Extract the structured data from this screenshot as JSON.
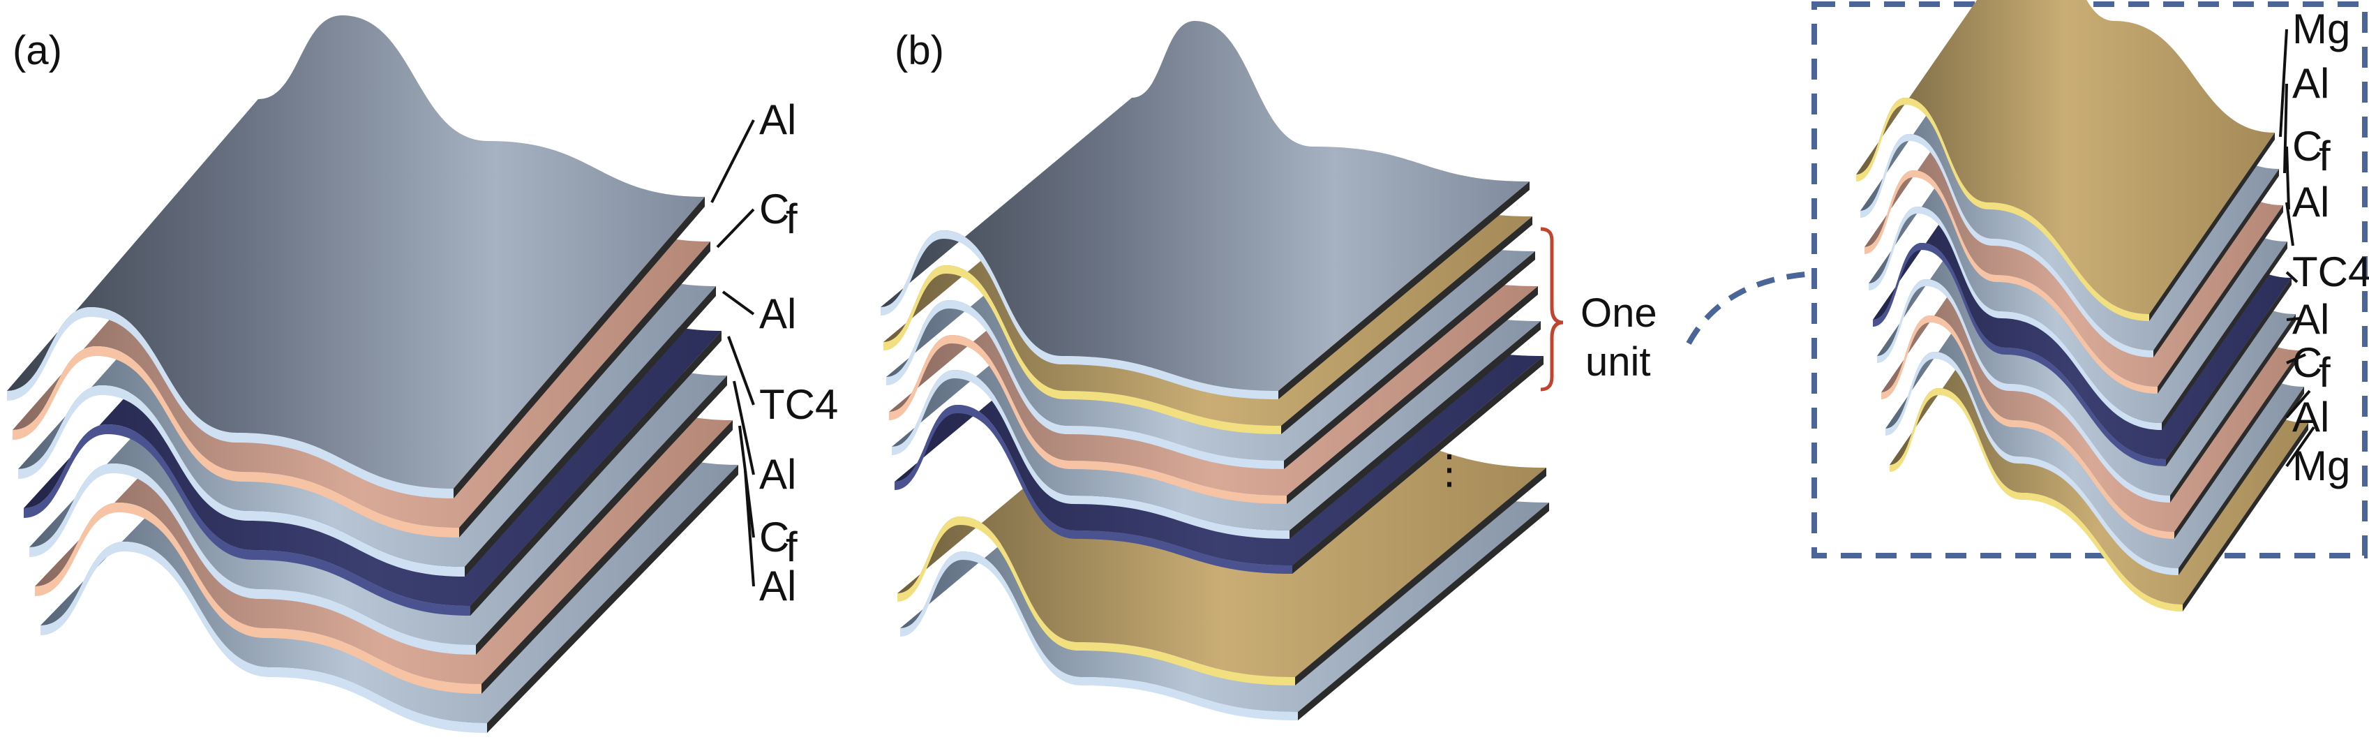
{
  "colors": {
    "Al": "#a9b9c9",
    "Cf": "#d9a99a",
    "TC4": "#3a3d6b",
    "Mg": "#c7ab72",
    "edge_blue": "#cfe0f3",
    "edge_peach": "#f6c4a4",
    "edge_yellow": "#f1df80",
    "bracket": "#c0442e",
    "dashed_frame": "#4a6597"
  },
  "panel_a": {
    "tag": "(a)",
    "layers": [
      {
        "material": "Al",
        "label": "Al",
        "sub": ""
      },
      {
        "material": "Cf",
        "label": "C",
        "sub": "f"
      },
      {
        "material": "Al",
        "label": "Al",
        "sub": ""
      },
      {
        "material": "TC4",
        "label": "TC4",
        "sub": ""
      },
      {
        "material": "Al",
        "label": "Al",
        "sub": ""
      },
      {
        "material": "Cf",
        "label": "C",
        "sub": "f"
      },
      {
        "material": "Al",
        "label": "Al",
        "sub": ""
      }
    ]
  },
  "panel_b": {
    "tag": "(b)",
    "unit_line1": "One",
    "unit_line2": "unit",
    "ellipsis": "⋮",
    "layers": [
      {
        "material": "Al"
      },
      {
        "material": "Mg"
      },
      {
        "material": "Al"
      },
      {
        "material": "Cf"
      },
      {
        "material": "Al"
      },
      {
        "material": "TC4"
      },
      {
        "material": "Mg"
      },
      {
        "material": "Al"
      }
    ]
  },
  "inset": {
    "layers": [
      {
        "material": "Mg",
        "label": "Mg",
        "sub": ""
      },
      {
        "material": "Al",
        "label": "Al",
        "sub": ""
      },
      {
        "material": "Cf",
        "label": "C",
        "sub": "f"
      },
      {
        "material": "Al",
        "label": "Al",
        "sub": ""
      },
      {
        "material": "TC4",
        "label": "TC4",
        "sub": ""
      },
      {
        "material": "Al",
        "label": "Al",
        "sub": ""
      },
      {
        "material": "Cf",
        "label": "C",
        "sub": "f"
      },
      {
        "material": "Al",
        "label": "Al",
        "sub": ""
      },
      {
        "material": "Mg",
        "label": "Mg",
        "sub": ""
      }
    ]
  }
}
